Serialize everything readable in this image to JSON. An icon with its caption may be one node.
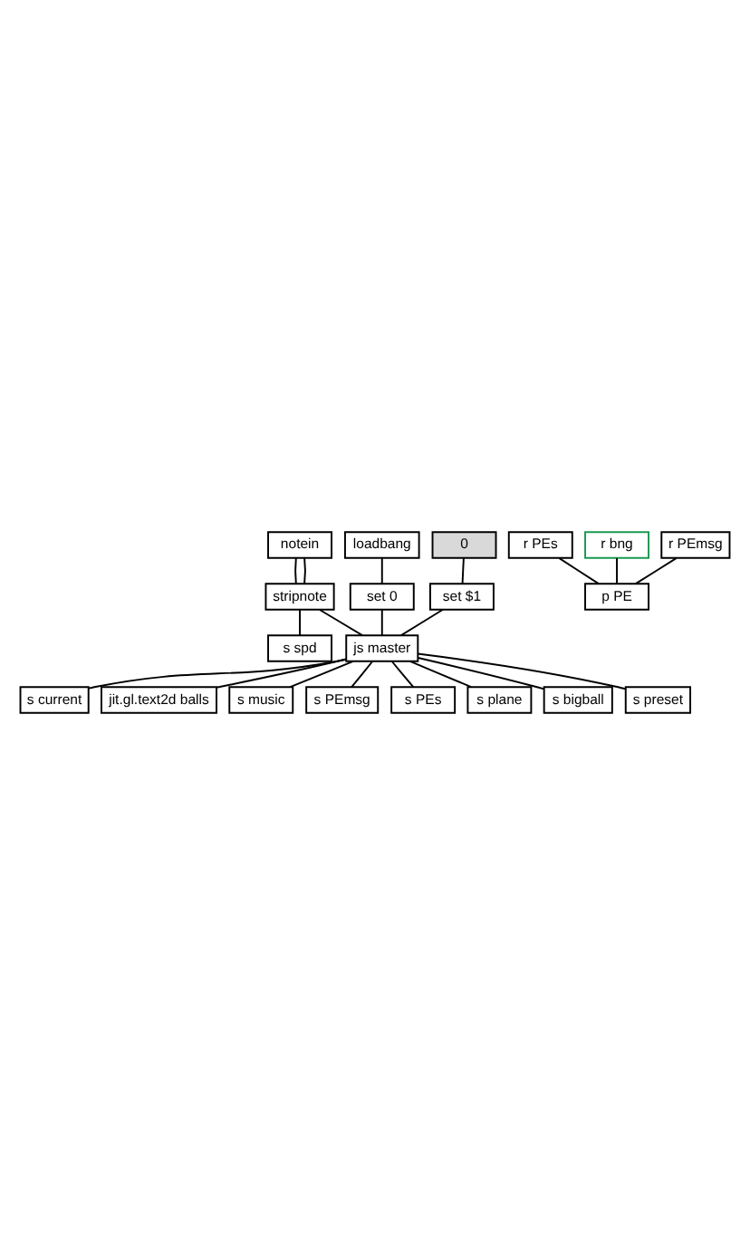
{
  "diagram": {
    "nodes": [
      {
        "text": [
          "notein"
        ]
      },
      {
        "text": [
          "loadbang"
        ]
      },
      {
        "text": [
          "stripnote"
        ]
      },
      {
        "text": [
          "0"
        ]
      },
      {
        "text": [
          "set 0"
        ]
      },
      {
        "text": [
          "s spd"
        ]
      },
      {
        "text": [
          "set $1"
        ]
      },
      {
        "text": [
          "js master"
        ]
      },
      {
        "text": [
          "s current"
        ]
      },
      {
        "text": [
          "jit.gl.text2d balls"
        ]
      },
      {
        "text": [
          "s music"
        ]
      },
      {
        "text": [
          "s PEmsg"
        ]
      },
      {
        "text": [
          "s PEs"
        ]
      },
      {
        "text": [
          "s plane"
        ]
      },
      {
        "text": [
          "s bigball"
        ]
      },
      {
        "text": [
          "s preset"
        ]
      },
      {
        "text": [
          "r PEs"
        ]
      },
      {
        "text": [
          "r bng"
        ]
      },
      {
        "text": [
          "r PEmsg"
        ]
      },
      {
        "text": [
          "p PE"
        ]
      }
    ],
    "edges": [
      {
        "from": 0,
        "to": 2,
        "arrow": "none"
      },
      {
        "from": 0,
        "to": 2,
        "arrow": "none"
      },
      {
        "from": 1,
        "to": 4,
        "arrow": "none"
      },
      {
        "from": 2,
        "to": 5,
        "arrow": "none"
      },
      {
        "from": 2,
        "to": 7,
        "arrow": "none"
      },
      {
        "from": 3,
        "to": 6,
        "arrow": "none"
      },
      {
        "from": 4,
        "to": 7,
        "arrow": "none"
      },
      {
        "from": 6,
        "to": 7,
        "arrow": "none"
      },
      {
        "from": 7,
        "to": 15,
        "arrow": "none"
      },
      {
        "from": 7,
        "to": 14,
        "arrow": "none"
      },
      {
        "from": 7,
        "to": 13,
        "arrow": "none"
      },
      {
        "from": 7,
        "to": 12,
        "arrow": "none"
      },
      {
        "from": 7,
        "to": 11,
        "arrow": "none"
      },
      {
        "from": 7,
        "to": 10,
        "arrow": "none"
      },
      {
        "from": 7,
        "to": 9,
        "arrow": "none"
      },
      {
        "from": 7,
        "to": 8,
        "arrow": "none"
      },
      {
        "from": 16,
        "to": 19,
        "arrow": "none"
      },
      {
        "from": 17,
        "to": 19,
        "arrow": "none"
      },
      {
        "from": 18,
        "to": 19,
        "arrow": "none"
      }
    ]
  }
}
